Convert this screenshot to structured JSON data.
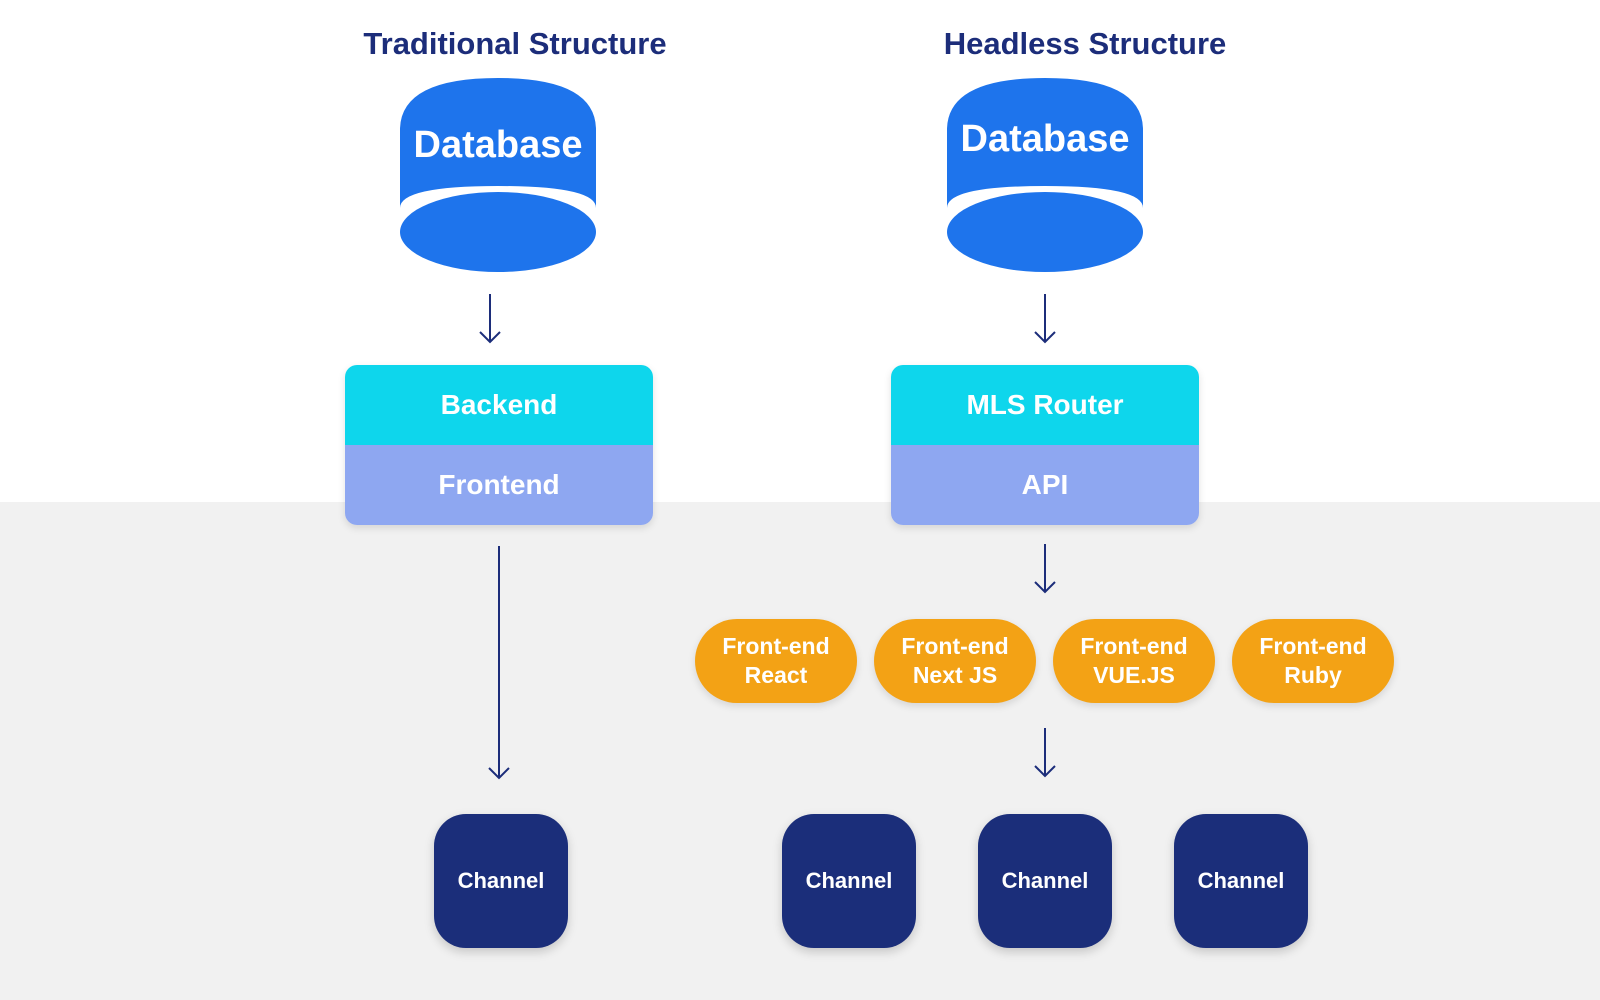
{
  "traditional": {
    "title": "Traditional Structure",
    "database": "Database",
    "backend": "Backend",
    "frontend": "Frontend",
    "channels": [
      "Channel"
    ]
  },
  "headless": {
    "title": "Headless Structure",
    "database": "Database",
    "router": "MLS Router",
    "api": "API",
    "frontends": [
      {
        "line1": "Front-end",
        "line2": "React"
      },
      {
        "line1": "Front-end",
        "line2": "Next JS"
      },
      {
        "line1": "Front-end",
        "line2": "VUE.JS"
      },
      {
        "line1": "Front-end",
        "line2": "Ruby"
      }
    ],
    "channels": [
      "Channel",
      "Channel",
      "Channel"
    ]
  },
  "colors": {
    "heading": "#1c2d7a",
    "database": "#1e74ec",
    "backend": "#0ed6ec",
    "frontend": "#8ea7f1",
    "pill": "#f3a215",
    "channel": "#1b2e7a",
    "arrow": "#1c2d7a",
    "lower_background": "#f1f1f1"
  }
}
